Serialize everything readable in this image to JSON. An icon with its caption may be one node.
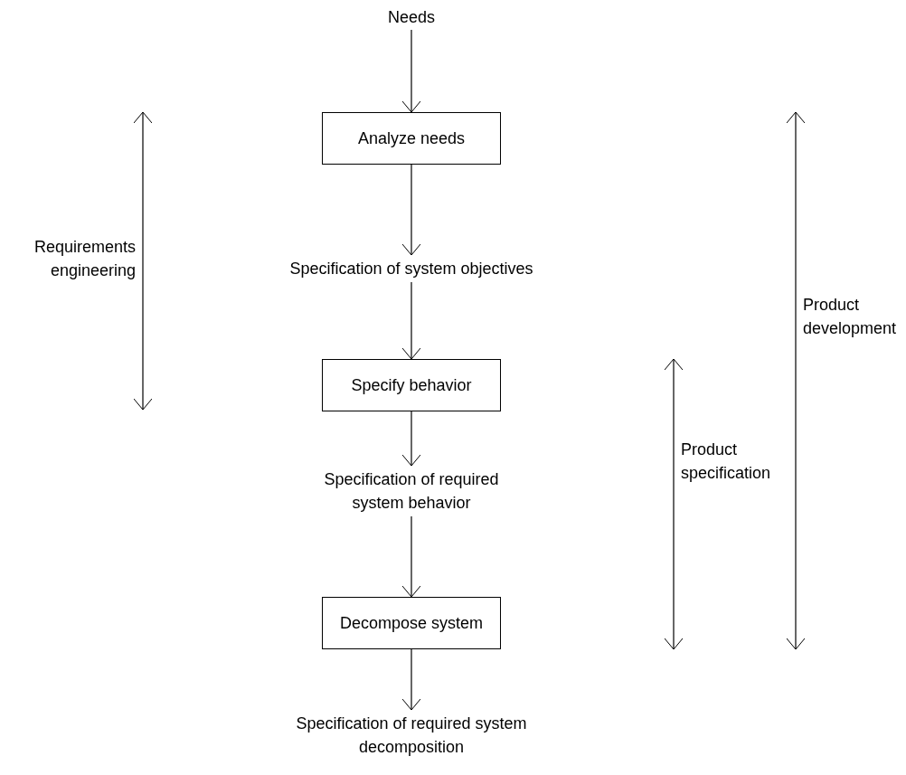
{
  "diagram": {
    "nodes": [
      {
        "text": [
          "Needs"
        ]
      },
      {
        "text": [
          "Analyze needs"
        ]
      },
      {
        "text": [
          "Specification of system objectives"
        ]
      },
      {
        "text": [
          "Specify behavior"
        ]
      },
      {
        "text": [
          "Specification of required system behavior"
        ]
      },
      {
        "text": [
          "Decompose system"
        ]
      },
      {
        "text": [
          "Specification of required system decomposition"
        ]
      }
    ],
    "edges": [
      {
        "from": 0,
        "to": 1,
        "arrow": "to"
      },
      {
        "from": 1,
        "to": 2,
        "arrow": "to"
      },
      {
        "from": 2,
        "to": 3,
        "arrow": "to"
      },
      {
        "from": 3,
        "to": 4,
        "arrow": "to"
      },
      {
        "from": 4,
        "to": 5,
        "arrow": "to"
      },
      {
        "from": 5,
        "to": 6,
        "arrow": "to"
      }
    ],
    "labels": [
      "Requirements engineering",
      "Product specification",
      "Product development"
    ]
  }
}
